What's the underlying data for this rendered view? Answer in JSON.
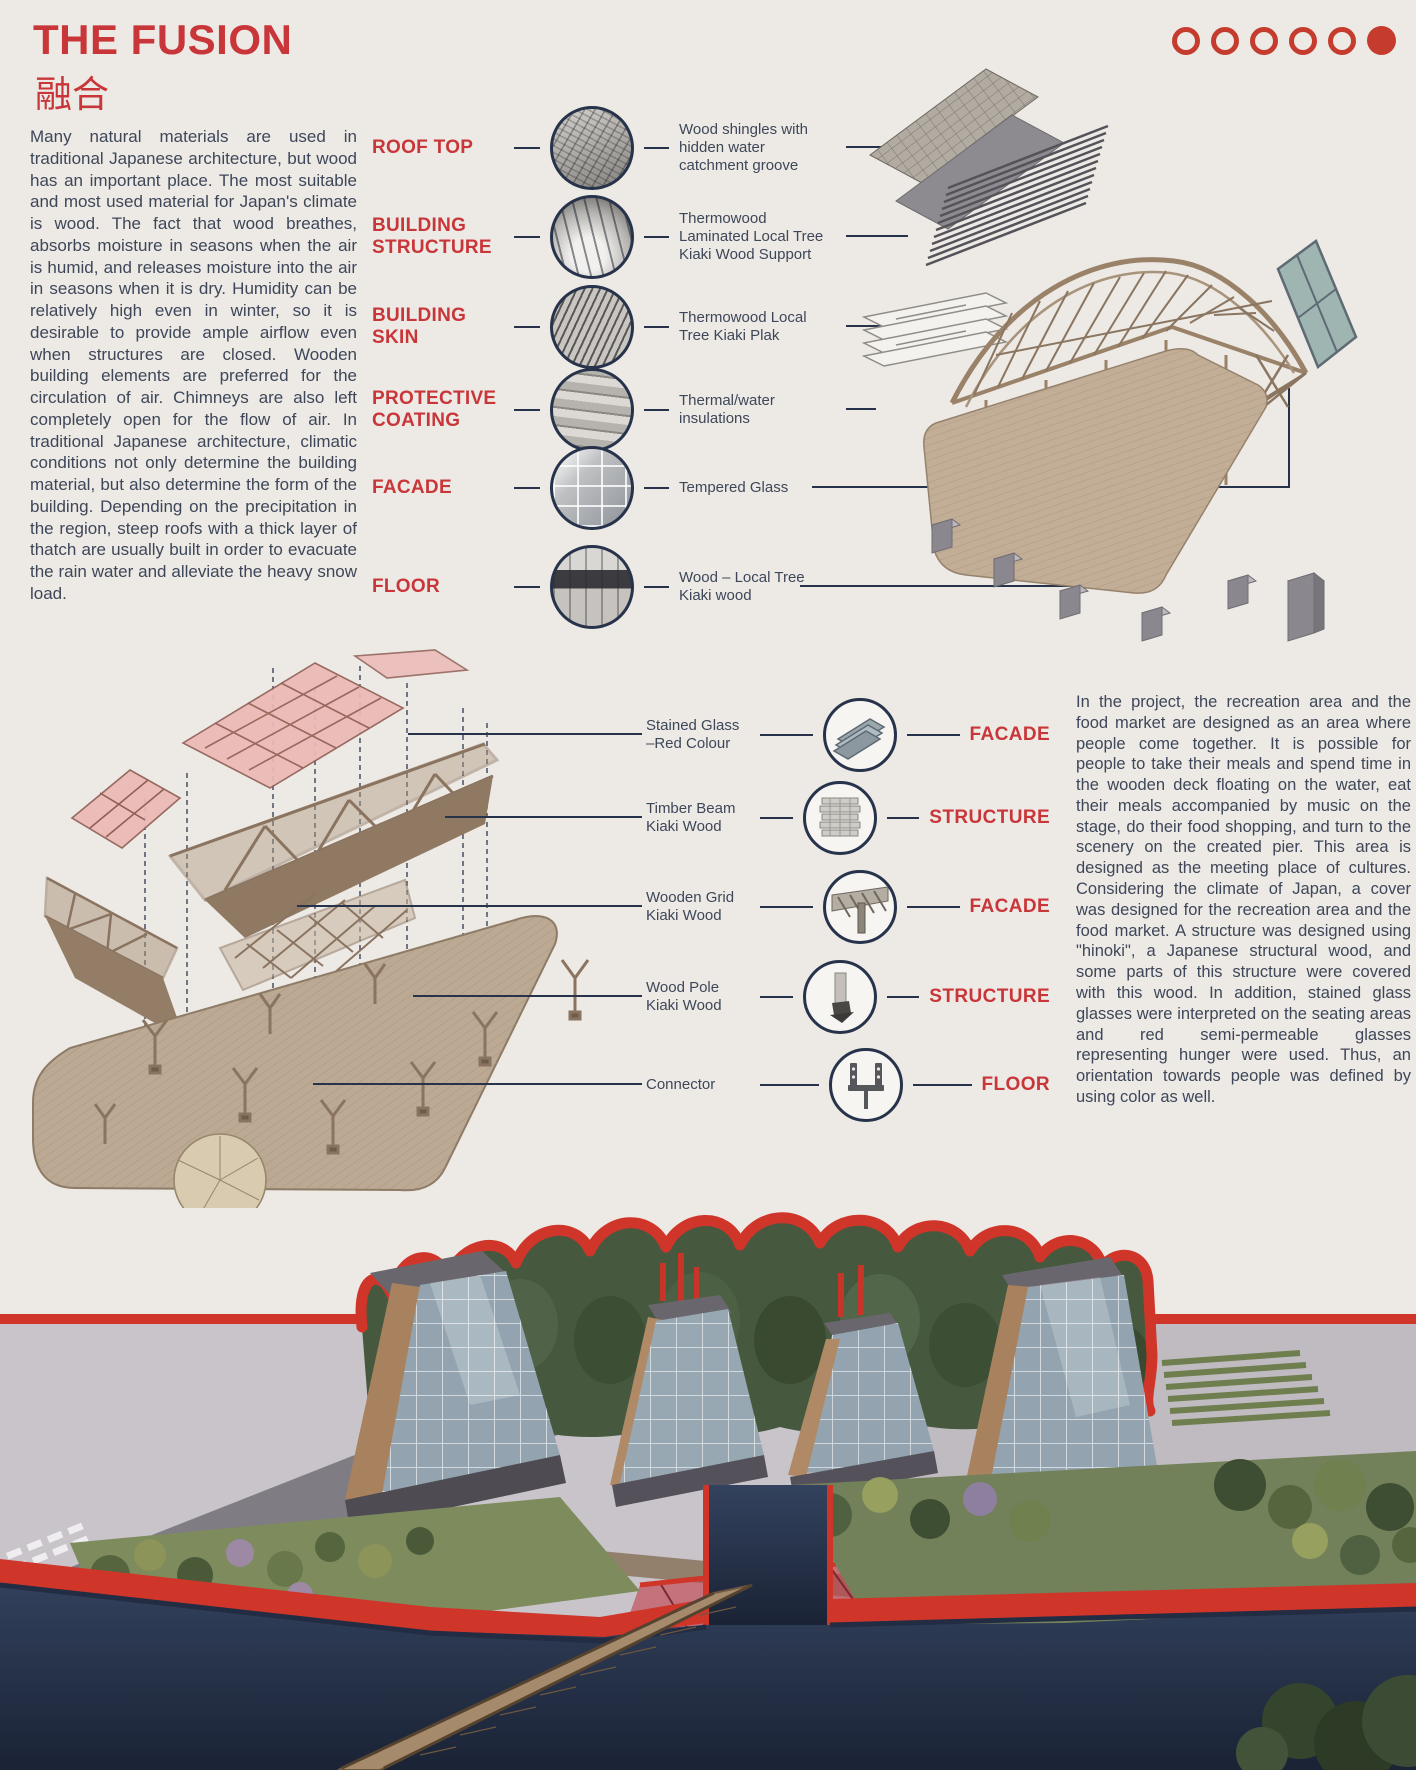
{
  "page": {
    "background": "#EDE9E4",
    "accent_red": "#C53C2E",
    "text_navy": "#3D4759"
  },
  "header": {
    "title": "THE FUSION",
    "subtitle": "融合"
  },
  "pagination": {
    "dots_total": 6,
    "active_dot": 6
  },
  "intro": "Many natural materials are used in traditional Japanese architecture, but wood has an important place. The most suitable and most used material for Japan's climate is wood. The fact that wood breathes, absorbs moisture in seasons when the air is humid, and releases moisture into the air in seasons when it is dry. Humidity can be relatively high even in winter, so it is desirable to provide ample airflow even when structures are closed. Wooden building elements are preferred for the circulation of air. Chimneys are also left completely open for the flow of air. In traditional Japanese architecture, climatic conditions not only determine the building material, but also determine the form of the building. Depending on the precipitation in the region, steep roofs with a thick layer of thatch are usually built in order to evacuate the rain water and alleviate the heavy snow load.",
  "components": {
    "rows": [
      {
        "label": "ROOF TOP",
        "description": "Wood shingles with\nhidden water\ncatchment groove",
        "thumbnail": "roof-shingles-photo"
      },
      {
        "label": "BUILDING\nSTRUCTURE",
        "description": "Thermowood\nLaminated Local Tree\nKiaki Wood Support",
        "thumbnail": "timber-structure-photo"
      },
      {
        "label": "BUILDING\nSKIN",
        "description": "Thermowood Local\nTree Kiaki Plak",
        "thumbnail": "wood-plank-skin-photo"
      },
      {
        "label": "PROTECTIVE\nCOATING",
        "description": "Thermal/water\ninsulations",
        "thumbnail": "insulation-layers-photo"
      },
      {
        "label": "FACADE",
        "description": "Tempered Glass",
        "thumbnail": "glass-facade-photo"
      },
      {
        "label": "FLOOR",
        "description": "Wood – Local Tree\nKiaki wood",
        "thumbnail": "wood-floor-photo"
      }
    ]
  },
  "assembly": {
    "rows": [
      {
        "description": "Stained Glass\n–Red Colour",
        "category": "FACADE",
        "thumbnail": "stained-glass-panels"
      },
      {
        "description": "Timber Beam\nKiaki Wood",
        "category": "STRUCTURE",
        "thumbnail": "timber-beam-stack"
      },
      {
        "description": "Wooden Grid\nKiaki Wood",
        "category": "FACADE",
        "thumbnail": "wooden-grid-corner"
      },
      {
        "description": "Wood Pole\nKiaki Wood",
        "category": "STRUCTURE",
        "thumbnail": "wood-pole"
      },
      {
        "description": "Connector",
        "category": "FLOOR",
        "thumbnail": "steel-connector"
      }
    ]
  },
  "project": "In the project, the recreation area and the food market are designed as an area where people come together. It is possible for people to take their meals and spend time in the wooden deck floating on the water, eat their meals accompanied by music on the stage, do their food shopping, and turn to the scenery on the created pier. This area is designed as the meeting place of cultures. Considering the climate of Japan, a cover was designed for the recreation area and the food market. A structure was designed using \"hinoki\", a Japanese structural wood, and some parts of this structure were covered with this wood. In addition, stained glass glasses were interpreted on the seating areas and red semi-permeable glasses representing hunger were used. Thus, an orientation towards people was defined by using color as well."
}
